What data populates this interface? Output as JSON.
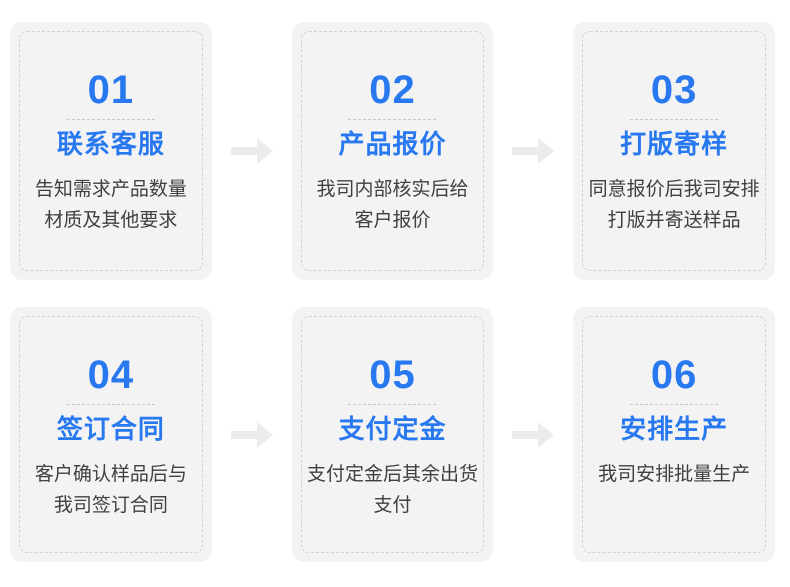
{
  "colors": {
    "accent_blue": "#2878f0",
    "card_background": "#f3f3f4",
    "dashed_border": "#d2d2d2",
    "divider": "#c9c9c9",
    "description_text": "#404040",
    "arrow": "#ececec",
    "page_background": "#ffffff"
  },
  "process_flow": {
    "steps": [
      {
        "number": "01",
        "title": "联系客服",
        "description": "告知需求产品数量\n材质及其他要求"
      },
      {
        "number": "02",
        "title": "产品报价",
        "description": "我司内部核实后给\n客户报价"
      },
      {
        "number": "03",
        "title": "打版寄样",
        "description": "同意报价后我司安排\n打版并寄送样品"
      },
      {
        "number": "04",
        "title": "签订合同",
        "description": "客户确认样品后与\n我司签订合同"
      },
      {
        "number": "05",
        "title": "支付定金",
        "description": "支付定金后其余出货\n支付"
      },
      {
        "number": "06",
        "title": "安排生产",
        "description": "我司安排批量生产"
      }
    ]
  }
}
